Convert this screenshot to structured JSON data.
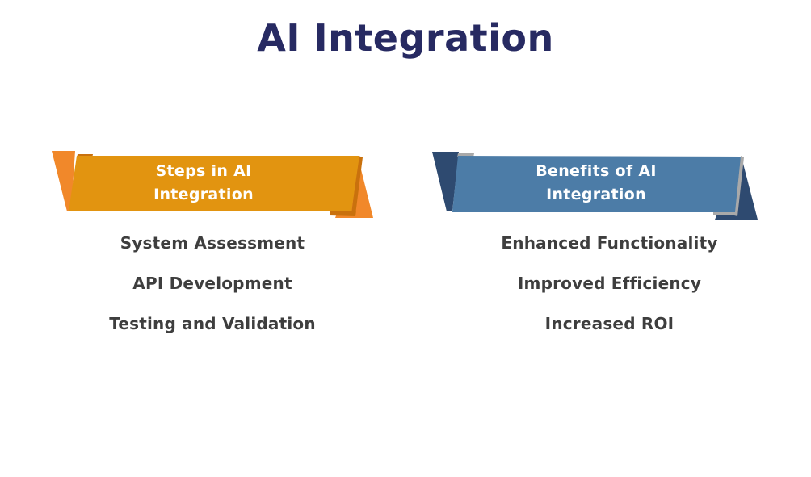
{
  "title": "AI Integration",
  "columns": [
    {
      "banner_line1": "Steps in AI",
      "banner_line2": "Integration",
      "items": [
        "System Assessment",
        "API Development",
        "Testing and Validation"
      ]
    },
    {
      "banner_line1": "Benefits of AI",
      "banner_line2": "Integration",
      "items": [
        "Enhanced Functionality",
        "Improved Efficiency",
        "Increased ROI"
      ]
    }
  ],
  "colors": {
    "title_text": "#272A62",
    "orange_band": "#E29410",
    "orange_fold": "#F1882A",
    "orange_shadow": "#C9710D",
    "blue_band": "#4C7CA7",
    "blue_fold": "#2E4A70",
    "hairline": "#A9A9A9",
    "list_text": "#3E3E3E",
    "banner_text": "#FFFFFF",
    "background": "#FFFFFF"
  }
}
